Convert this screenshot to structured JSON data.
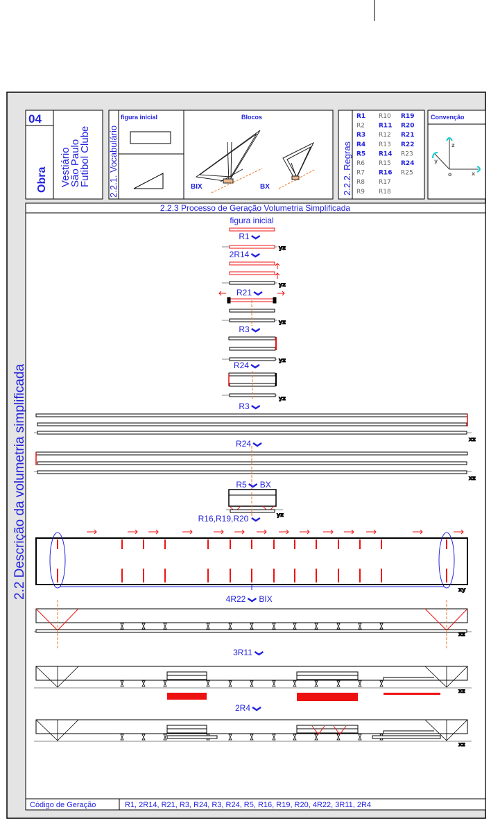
{
  "side_title": "2.2 Descrição da volumetria simplificada",
  "obra": {
    "number": "04",
    "label": "Obra",
    "lines": [
      "Vestiário",
      "São Paulo",
      "Futibol Clube"
    ]
  },
  "vocabulario": {
    "title": "2.2.1. Vocabulário",
    "figura_inicial": "figura inicial",
    "blocos": "Blocos",
    "bix": "BIX",
    "bx": "BX"
  },
  "regras": {
    "title": "2.2.2. Regras",
    "rules": [
      {
        "label": "R1",
        "used": true
      },
      {
        "label": "R2",
        "used": false
      },
      {
        "label": "R3",
        "used": true
      },
      {
        "label": "R4",
        "used": true
      },
      {
        "label": "R5",
        "used": true
      },
      {
        "label": "R6",
        "used": false
      },
      {
        "label": "R7",
        "used": false
      },
      {
        "label": "R8",
        "used": false
      },
      {
        "label": "R9",
        "used": false
      },
      {
        "label": "R10",
        "used": false
      },
      {
        "label": "R11",
        "used": true
      },
      {
        "label": "R12",
        "used": false
      },
      {
        "label": "R13",
        "used": false
      },
      {
        "label": "R14",
        "used": true
      },
      {
        "label": "R15",
        "used": false
      },
      {
        "label": "R16",
        "used": true
      },
      {
        "label": "R17",
        "used": false
      },
      {
        "label": "R18",
        "used": false
      },
      {
        "label": "R19",
        "used": true
      },
      {
        "label": "R20",
        "used": true
      },
      {
        "label": "R21",
        "used": true
      },
      {
        "label": "R22",
        "used": true
      },
      {
        "label": "R23",
        "used": false
      },
      {
        "label": "R24",
        "used": true
      },
      {
        "label": "R25",
        "used": false
      }
    ]
  },
  "convencao": {
    "title": "Convenção",
    "axes": {
      "x": "x",
      "y": "y",
      "z": "z",
      "origin": "o"
    }
  },
  "processo": {
    "title": "2.2.3 Processo de Geração Volumetria Simplificada",
    "start": "figura inicial",
    "steps": [
      "R1",
      "2R14",
      "R21",
      "R3",
      "R24",
      "R3",
      "R24",
      "R5",
      "R16,R19,R20",
      "4R22",
      "3R11",
      "2R4"
    ],
    "step_suffix": {
      "R5": "BX",
      "4R22": "BIX"
    },
    "plane_labels": {
      "yz": "yz",
      "xz": "xz",
      "xy": "xy"
    }
  },
  "codigo": {
    "label": "Código de Geração",
    "value": "R1, 2R14, R21, R3, R24, R3, R24, R5, R16, R19, R20, 4R22, 3R11, 2R4"
  },
  "colors": {
    "blue": "#2222dd",
    "red": "#ee1111",
    "orange": "#ee7722",
    "frame": "#e4e4e4"
  }
}
